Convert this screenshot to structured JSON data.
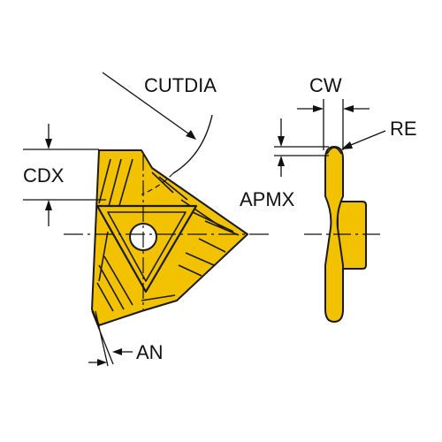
{
  "labels": {
    "cutdia": "CUTDIA",
    "cw": "CW",
    "re": "RE",
    "cdx": "CDX",
    "apmx": "APMX",
    "an": "AN"
  },
  "colors": {
    "insert_fill": "#f2c200",
    "insert_stroke": "#1a1a1a",
    "dimension_line": "#111111",
    "background": "#ffffff"
  }
}
